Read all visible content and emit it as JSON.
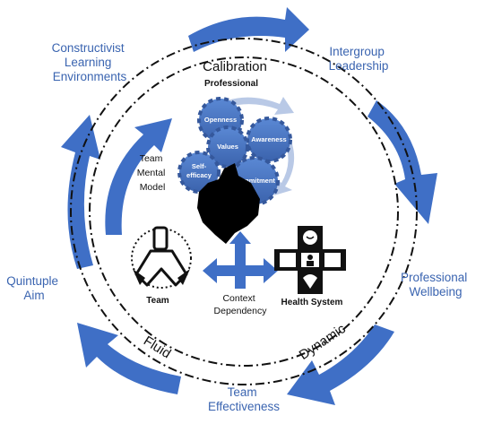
{
  "outer_labels": {
    "constructivist": [
      "Constructivist",
      "Learning",
      "Environments"
    ],
    "intergroup": [
      "Intergroup",
      "Leadership"
    ],
    "wellbeing": [
      "Professional",
      "Wellbeing"
    ],
    "effectiveness": [
      "Team",
      "Effectiveness"
    ],
    "quintuple": [
      "Quintuple",
      "Aim"
    ]
  },
  "ring_labels": {
    "top": "Calibration",
    "left_bottom": "Fluid",
    "right_bottom": "Dynamic"
  },
  "professional": {
    "title": "Professional",
    "gears": [
      "Openness",
      "Awareness",
      "Values",
      "Self-efficacy",
      "Commitment"
    ]
  },
  "team_mental_model": [
    "Team",
    "Mental",
    "Model"
  ],
  "team_label": "Team",
  "health_system_label": "Health System",
  "context_dependency": [
    "Context",
    "Dependency"
  ],
  "colors": {
    "arrow_blue": "#3f6fc6",
    "gear_blue": "#4a78c5",
    "label_blue": "#3a64b0"
  }
}
